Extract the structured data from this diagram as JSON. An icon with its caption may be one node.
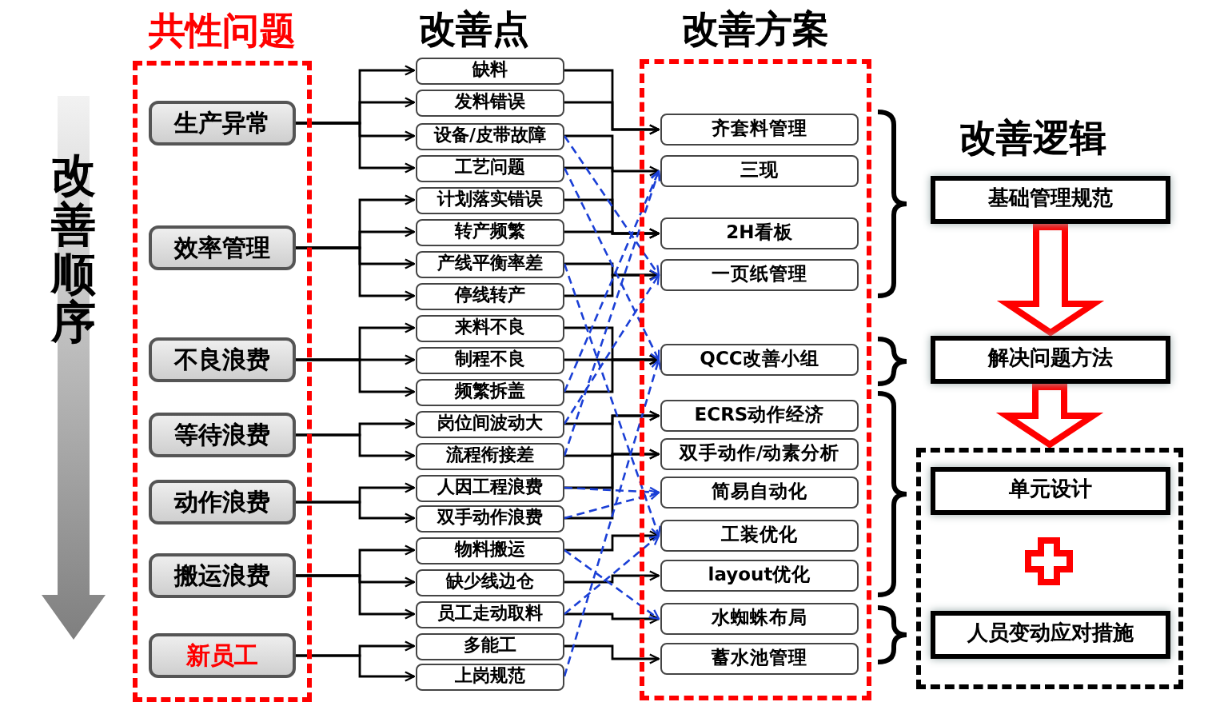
{
  "diagram": {
    "nodes": [
      {
        "text": [
          "共性问题"
        ]
      },
      {
        "text": [
          "生产异常"
        ],
        "in": 0
      },
      {
        "text": [
          "效率管理"
        ],
        "in": 0
      },
      {
        "text": [
          "不良浪费"
        ],
        "in": 0
      },
      {
        "text": [
          "等待浪费"
        ],
        "in": 0
      },
      {
        "text": [
          "动作浪费"
        ],
        "in": 0
      },
      {
        "text": [
          "搬运浪费"
        ],
        "in": 0
      },
      {
        "text": [
          "新员工"
        ],
        "in": 0
      },
      {
        "text": [
          "缺料"
        ]
      },
      {
        "text": [
          "发料错误"
        ]
      },
      {
        "text": [
          "设备/皮带故障"
        ]
      },
      {
        "text": [
          "工艺问题"
        ]
      },
      {
        "text": [
          "计划落实错误"
        ]
      },
      {
        "text": [
          "转产频繁"
        ]
      },
      {
        "text": [
          "产线平衡率差"
        ]
      },
      {
        "text": [
          "停线转产"
        ]
      },
      {
        "text": [
          "来料不良"
        ]
      },
      {
        "text": [
          "制程不良"
        ]
      },
      {
        "text": [
          "频繁拆盖"
        ]
      },
      {
        "text": [
          "岗位间波动大"
        ]
      },
      {
        "text": [
          "流程衔接差"
        ]
      },
      {
        "text": [
          "人因工程浪费"
        ]
      },
      {
        "text": [
          "双手动作浪费"
        ]
      },
      {
        "text": [
          "物料搬运"
        ]
      },
      {
        "text": [
          "缺少线边仓"
        ]
      },
      {
        "text": [
          "员工走动取料"
        ]
      },
      {
        "text": [
          "多能工"
        ]
      },
      {
        "text": [
          "上岗规范"
        ]
      },
      {
        "text": [
          "改善方案"
        ]
      },
      {
        "text": [
          "齐套料管理"
        ],
        "in": 28
      },
      {
        "text": [
          "三现"
        ],
        "in": 28
      },
      {
        "text": [
          "2H看板"
        ],
        "in": 28
      },
      {
        "text": [
          "一页纸管理"
        ],
        "in": 28
      },
      {
        "text": [
          "QCC改善小组"
        ],
        "in": 28
      },
      {
        "text": [
          "ECRS动作经济"
        ],
        "in": 28
      },
      {
        "text": [
          "双手动作/动素分析"
        ],
        "in": 28
      },
      {
        "text": [
          "简易自动化"
        ],
        "in": 28
      },
      {
        "text": [
          "工装优化"
        ],
        "in": 28
      },
      {
        "text": [
          "layout优化"
        ],
        "in": 28
      },
      {
        "text": [
          "水蜘蛛布局"
        ],
        "in": 28
      },
      {
        "text": [
          "蓄水池管理"
        ],
        "in": 28
      },
      {
        "text": [
          "基础管理规范"
        ]
      },
      {
        "text": [
          "解决问题方法"
        ]
      },
      {
        "text": [],
        "shape": "box"
      },
      {
        "text": [
          "单元设计"
        ],
        "in": 43
      },
      {
        "text": [
          "人员变动应对措施"
        ],
        "in": 43
      }
    ],
    "edges": [
      {
        "from": 1,
        "to": 8,
        "arrow": "to"
      },
      {
        "from": 1,
        "to": 9,
        "arrow": "to"
      },
      {
        "from": 1,
        "to": 10,
        "arrow": "to"
      },
      {
        "from": 1,
        "to": 11,
        "arrow": "to"
      },
      {
        "from": 2,
        "to": 12,
        "arrow": "to"
      },
      {
        "from": 2,
        "to": 13,
        "arrow": "to"
      },
      {
        "from": 2,
        "to": 14,
        "arrow": "to"
      },
      {
        "from": 2,
        "to": 15,
        "arrow": "to"
      },
      {
        "from": 3,
        "to": 16,
        "arrow": "to"
      },
      {
        "from": 3,
        "to": 17,
        "arrow": "to"
      },
      {
        "from": 3,
        "to": 18,
        "arrow": "to"
      },
      {
        "from": 4,
        "to": 19,
        "arrow": "to"
      },
      {
        "from": 4,
        "to": 20,
        "arrow": "to"
      },
      {
        "from": 5,
        "to": 21,
        "arrow": "to"
      },
      {
        "from": 5,
        "to": 22,
        "arrow": "to"
      },
      {
        "from": 6,
        "to": 23,
        "arrow": "to"
      },
      {
        "from": 6,
        "to": 24,
        "arrow": "to"
      },
      {
        "from": 6,
        "to": 25,
        "arrow": "to"
      },
      {
        "from": 7,
        "to": 26,
        "arrow": "to"
      },
      {
        "from": 7,
        "to": 27,
        "arrow": "to"
      },
      {
        "from": 8,
        "to": 29,
        "arrow": "to"
      },
      {
        "from": 9,
        "to": 29,
        "arrow": "to"
      },
      {
        "from": 10,
        "to": 31,
        "arrow": "to"
      },
      {
        "from": 11,
        "to": 30,
        "arrow": "to"
      },
      {
        "from": 12,
        "to": 31,
        "arrow": "to"
      },
      {
        "from": 13,
        "to": 31,
        "arrow": "to"
      },
      {
        "from": 14,
        "to": 32,
        "arrow": "to"
      },
      {
        "from": 15,
        "to": 32,
        "arrow": "to"
      },
      {
        "from": 16,
        "to": 33,
        "arrow": "to"
      },
      {
        "from": 17,
        "to": 33,
        "arrow": "to"
      },
      {
        "from": 18,
        "to": 33,
        "arrow": "to"
      },
      {
        "from": 19,
        "to": 34,
        "arrow": "to"
      },
      {
        "from": 20,
        "to": 35,
        "arrow": "to"
      },
      {
        "from": 21,
        "to": 34,
        "arrow": "to"
      },
      {
        "from": 22,
        "to": 35,
        "arrow": "to"
      },
      {
        "from": 23,
        "to": 37,
        "arrow": "to"
      },
      {
        "from": 24,
        "to": 38,
        "arrow": "to"
      },
      {
        "from": 25,
        "to": 39,
        "arrow": "to"
      },
      {
        "from": 26,
        "to": 40,
        "arrow": "to"
      },
      {
        "from": 10,
        "to": 32,
        "arrow": "to",
        "style": "dashed",
        "color": "#1a3fd6"
      },
      {
        "from": 11,
        "to": 33,
        "arrow": "to",
        "style": "dashed",
        "color": "#1a3fd6"
      },
      {
        "from": 14,
        "to": 37,
        "arrow": "to",
        "style": "dashed",
        "color": "#1a3fd6"
      },
      {
        "from": 18,
        "to": 30,
        "arrow": "to",
        "style": "dashed",
        "color": "#1a3fd6"
      },
      {
        "from": 19,
        "to": 32,
        "arrow": "to",
        "style": "dashed",
        "color": "#1a3fd6"
      },
      {
        "from": 20,
        "to": 30,
        "arrow": "to",
        "style": "dashed",
        "color": "#1a3fd6"
      },
      {
        "from": 21,
        "to": 36,
        "arrow": "to",
        "style": "dashed",
        "color": "#1a3fd6"
      },
      {
        "from": 22,
        "to": 36,
        "arrow": "to",
        "style": "dashed",
        "color": "#1a3fd6"
      },
      {
        "from": 23,
        "to": 39,
        "arrow": "to",
        "style": "dashed",
        "color": "#1a3fd6"
      },
      {
        "from": 25,
        "to": 37,
        "arrow": "to",
        "style": "dashed",
        "color": "#1a3fd6"
      },
      {
        "from": 27,
        "to": 33,
        "arrow": "to",
        "style": "dashed",
        "color": "#1a3fd6"
      },
      {
        "from": 41,
        "to": 42,
        "arrow": "to",
        "style": "thick",
        "color": "#ff0000"
      },
      {
        "from": 42,
        "to": 43,
        "arrow": "to",
        "style": "thick",
        "color": "#ff0000"
      }
    ],
    "labels": [
      "改善点",
      "改善逻辑",
      "改善顺序"
    ]
  }
}
